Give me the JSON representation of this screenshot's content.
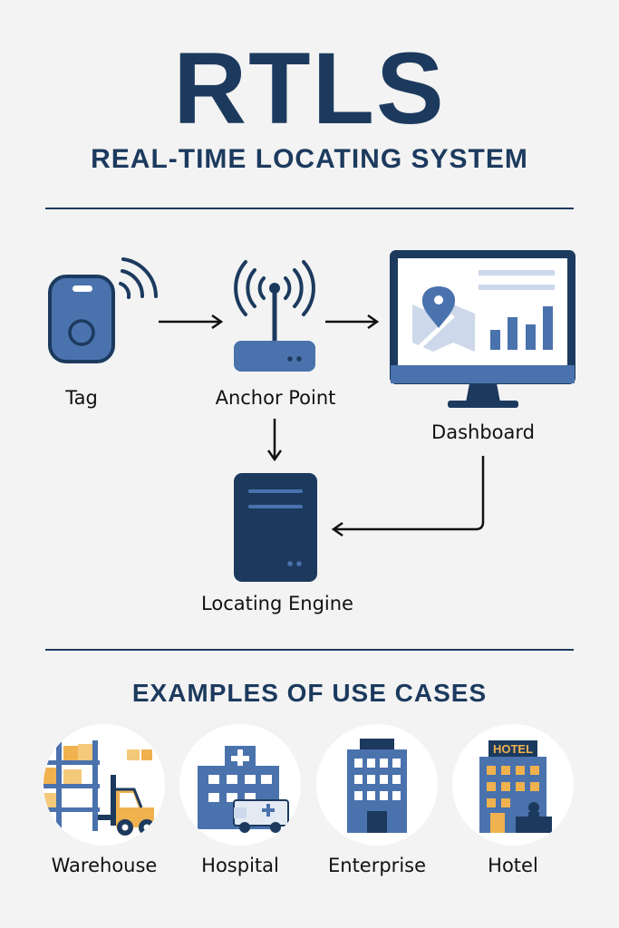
{
  "header": {
    "title": "RTLS",
    "subtitle": "REAL-TIME LOCATING SYSTEM"
  },
  "diagram": {
    "nodes": {
      "tag": "Tag",
      "anchor": "Anchor Point",
      "dashboard": "Dashboard",
      "engine": "Locating Engine"
    },
    "hotel_sign": "HOTEL"
  },
  "use_cases": {
    "title": "EXAMPLES OF USE CASES",
    "items": [
      "Warehouse",
      "Hospital",
      "Enterprise",
      "Hotel"
    ]
  },
  "colors": {
    "navy": "#1c3a5e",
    "blue": "#4a72ad",
    "light_blue": "#cdd9ea",
    "orange": "#f0b24f"
  }
}
